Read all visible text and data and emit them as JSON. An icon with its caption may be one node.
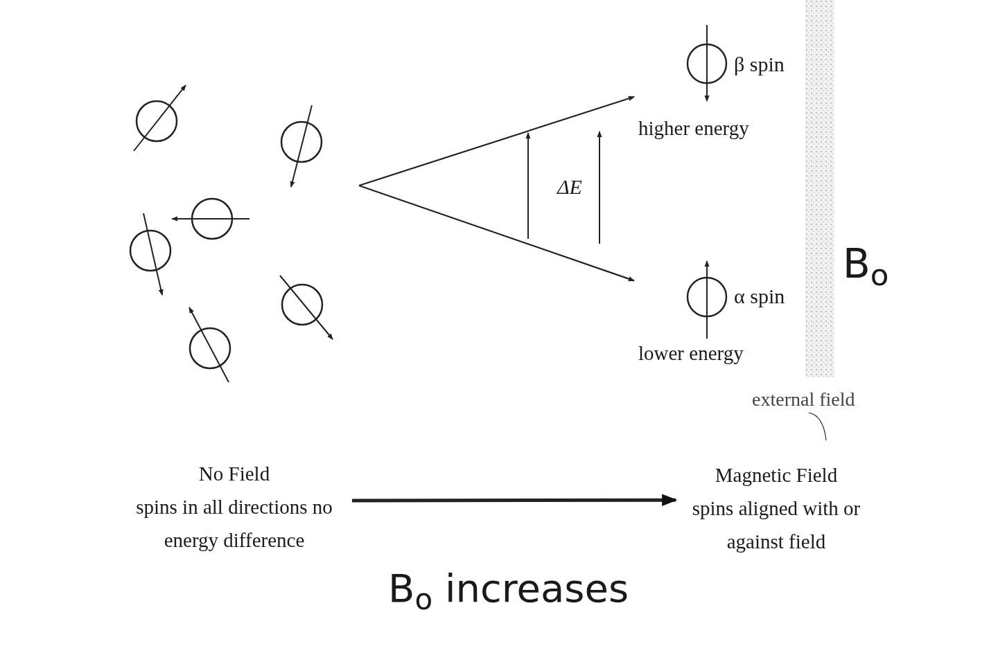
{
  "diagram": {
    "nodes": [
      {
        "text": [
          "No Field",
          "spins in all directions no energy difference"
        ]
      },
      {
        "text": [
          "Magnetic Field",
          "spins aligned with or against field"
        ]
      },
      {
        "text": [
          "β spin",
          "higher energy"
        ]
      },
      {
        "text": [
          "α spin",
          "lower energy"
        ]
      },
      {
        "text": [
          "external field"
        ]
      }
    ],
    "edges": [
      {
        "from": 0,
        "to": 1,
        "arrow": "to",
        "style": "thick"
      },
      {
        "from": null,
        "to": 2,
        "arrow": "to"
      },
      {
        "from": null,
        "to": 3,
        "arrow": "to"
      },
      {
        "from": 4,
        "to": null,
        "arrow": "none"
      }
    ],
    "labels": [
      "ΔE",
      "B$_{o}$",
      "B$_{o}$ increases"
    ]
  }
}
